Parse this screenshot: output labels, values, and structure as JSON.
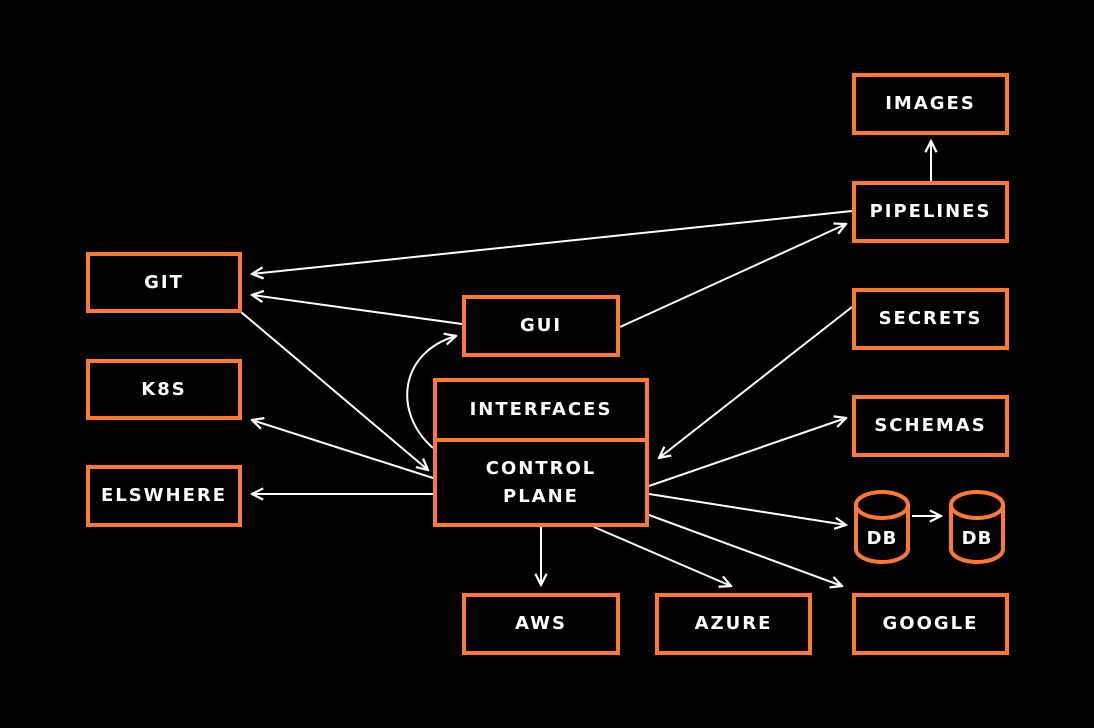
{
  "colors": {
    "background": "#000000",
    "box_border": "#FF7A2F",
    "text": "#FFFFFF",
    "arrow": "#FFFFFF"
  },
  "nodes": {
    "images": "IMAGES",
    "pipelines": "PIPELINES",
    "git": "GIT",
    "gui": "GUI",
    "secrets": "SECRETS",
    "k8s": "K8S",
    "interfaces": "INTERFACES",
    "schemas": "SCHEMAS",
    "control_plane": "CONTROL\nPLANE",
    "elswhere": "ELSWHERE",
    "db_1": "DB",
    "db_2": "DB",
    "aws": "AWS",
    "azure": "AZURE",
    "google": "GOOGLE"
  },
  "edges": [
    {
      "from": "PIPELINES",
      "to": "IMAGES"
    },
    {
      "from": "PIPELINES",
      "to": "GIT"
    },
    {
      "from": "GUI",
      "to": "GIT"
    },
    {
      "from": "GUI",
      "to": "PIPELINES"
    },
    {
      "from": "GIT",
      "to": "CONTROL PLANE"
    },
    {
      "from": "CONTROL PLANE",
      "to": "GUI"
    },
    {
      "from": "SECRETS",
      "to": "CONTROL PLANE"
    },
    {
      "from": "CONTROL PLANE",
      "to": "K8S"
    },
    {
      "from": "CONTROL PLANE",
      "to": "ELSWHERE"
    },
    {
      "from": "CONTROL PLANE",
      "to": "SCHEMAS"
    },
    {
      "from": "CONTROL PLANE",
      "to": "DB"
    },
    {
      "from": "DB",
      "to": "DB"
    },
    {
      "from": "CONTROL PLANE",
      "to": "AWS"
    },
    {
      "from": "CONTROL PLANE",
      "to": "AZURE"
    },
    {
      "from": "CONTROL PLANE",
      "to": "GOOGLE"
    }
  ]
}
